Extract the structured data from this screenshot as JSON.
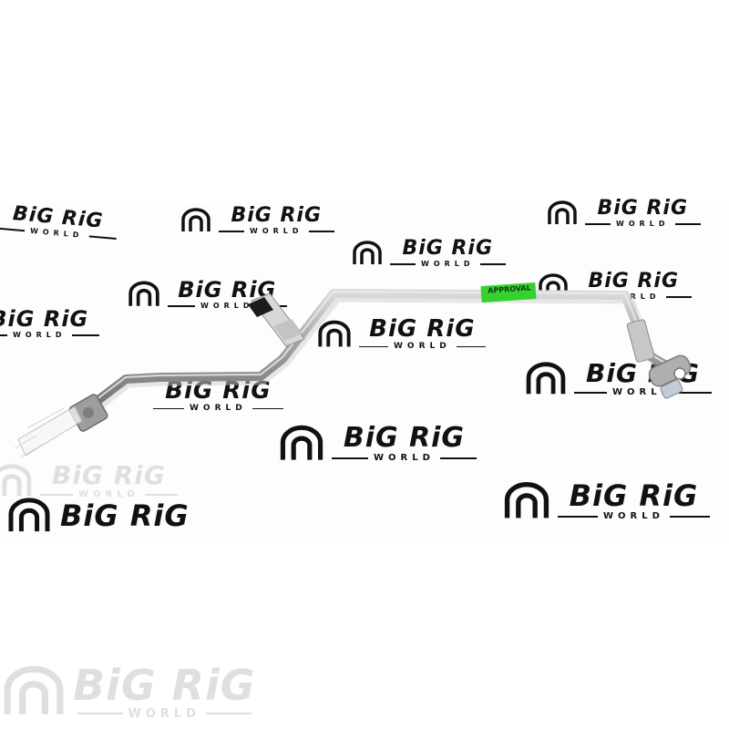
{
  "brand": {
    "name": "BiG RiG",
    "tagline": "WORLD",
    "text_color": "#111111"
  },
  "product": {
    "label_text": "APPROVAL",
    "label_color": "#35d12f",
    "tube_color": "#a8aaa8"
  }
}
